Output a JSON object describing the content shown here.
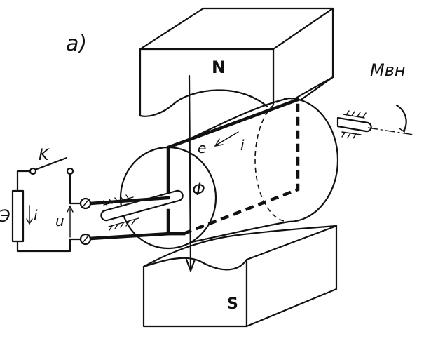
{
  "labels": {
    "figure_tag": "a)",
    "north_pole": "N",
    "south_pole": "S",
    "external_moment": "Mвн",
    "flux": "Φ",
    "emf": "e",
    "current_in_coil": "i",
    "switch": "K",
    "source": "Э",
    "source_current": "i",
    "voltage": "u"
  }
}
